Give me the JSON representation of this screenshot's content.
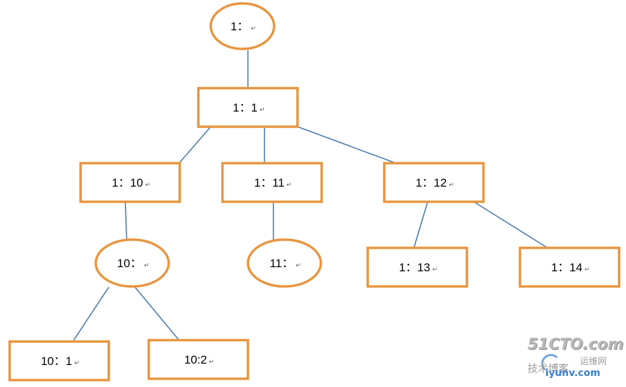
{
  "colors": {
    "node_border": "#E8953F",
    "edge": "#4A7BAF",
    "background": "#FFFFFF"
  },
  "nodes": [
    {
      "id": "root",
      "shape": "ellipse",
      "label": "1：",
      "mark": "↵"
    },
    {
      "id": "n1_1",
      "shape": "rect",
      "label": "1：1",
      "mark": "↵"
    },
    {
      "id": "n1_10",
      "shape": "rect",
      "label": "1：10",
      "mark": "↵"
    },
    {
      "id": "n1_11",
      "shape": "rect",
      "label": "1：11",
      "mark": "↵"
    },
    {
      "id": "n1_12",
      "shape": "rect",
      "label": "1：12",
      "mark": "↵"
    },
    {
      "id": "e10",
      "shape": "ellipse",
      "label": "10：",
      "mark": "↵"
    },
    {
      "id": "e11",
      "shape": "ellipse",
      "label": "11：",
      "mark": "↵"
    },
    {
      "id": "n1_13",
      "shape": "rect",
      "label": "1：13",
      "mark": "↵"
    },
    {
      "id": "n1_14",
      "shape": "rect",
      "label": "1：14",
      "mark": "↵"
    },
    {
      "id": "n10_1",
      "shape": "rect",
      "label": "10：1",
      "mark": "↵"
    },
    {
      "id": "n10_2",
      "shape": "rect",
      "label": "10:2",
      "mark": "↵"
    }
  ],
  "edges": [
    {
      "from": "root",
      "to": "n1_1"
    },
    {
      "from": "n1_1",
      "to": "n1_10"
    },
    {
      "from": "n1_1",
      "to": "n1_11"
    },
    {
      "from": "n1_1",
      "to": "n1_12"
    },
    {
      "from": "n1_10",
      "to": "e10"
    },
    {
      "from": "n1_11",
      "to": "e11"
    },
    {
      "from": "n1_12",
      "to": "n1_13"
    },
    {
      "from": "n1_12",
      "to": "n1_14"
    },
    {
      "from": "e10",
      "to": "n10_1"
    },
    {
      "from": "e10",
      "to": "n10_2"
    }
  ],
  "watermark": {
    "logo": "51CTO.com",
    "cn_left": "技术博客",
    "cn_right": "运维网",
    "domain": "iyunv.com"
  }
}
